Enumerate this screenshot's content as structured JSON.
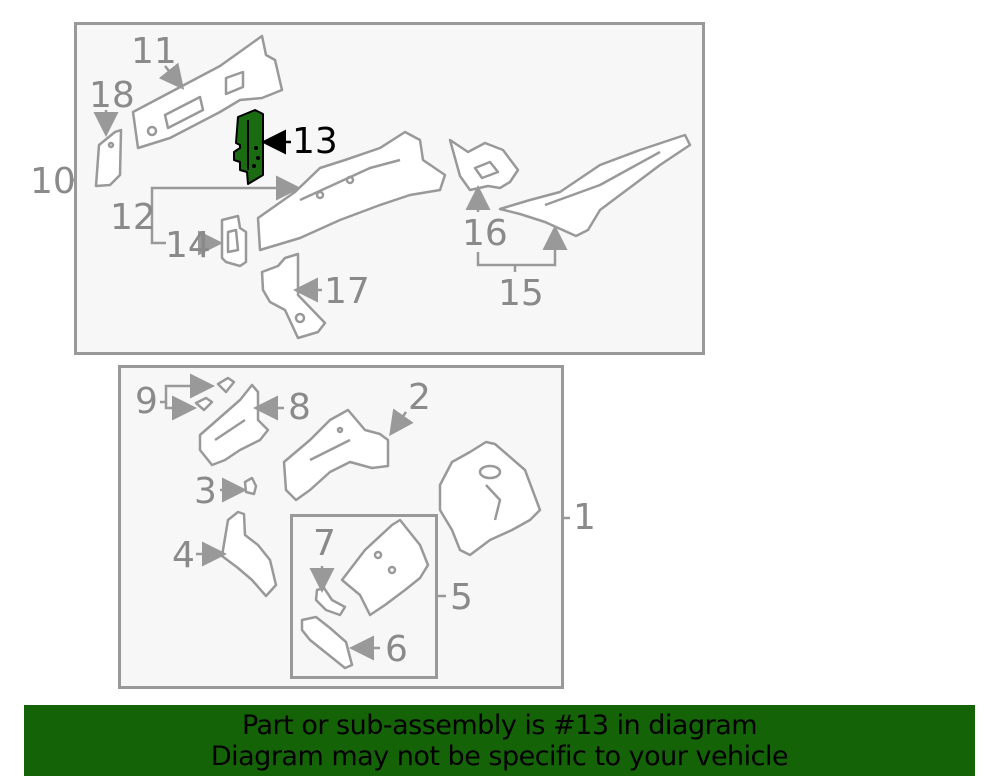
{
  "diagram": {
    "title": "Parts diagram",
    "highlight_part": "13",
    "highlight_color": "#1a6b12",
    "line_color": "#999999",
    "box_fill": "#f7f7f7",
    "groups": [
      {
        "id": "10",
        "label": "10",
        "members": [
          "11",
          "12",
          "13",
          "14",
          "15",
          "16",
          "17",
          "18"
        ]
      },
      {
        "id": "1",
        "label": "1",
        "members": [
          "2",
          "3",
          "4",
          "5",
          "8",
          "9"
        ]
      },
      {
        "id": "5",
        "label": "5",
        "members": [
          "6",
          "7"
        ]
      },
      {
        "id": "12",
        "label": "12",
        "members": [
          "13",
          "14"
        ]
      },
      {
        "id": "15",
        "label": "15",
        "members": [
          "16"
        ]
      }
    ],
    "labels": {
      "l1": "1",
      "l2": "2",
      "l3": "3",
      "l4": "4",
      "l5": "5",
      "l6": "6",
      "l7": "7",
      "l8": "8",
      "l9": "9",
      "l10": "10",
      "l11": "11",
      "l12": "12",
      "l13": "13",
      "l14": "14",
      "l15": "15",
      "l16": "16",
      "l17": "17",
      "l18": "18"
    }
  },
  "banner": {
    "line1": "Part or sub-assembly is #13 in diagram",
    "line2": "Diagram may not be specific to your vehicle",
    "background": "#156307"
  }
}
